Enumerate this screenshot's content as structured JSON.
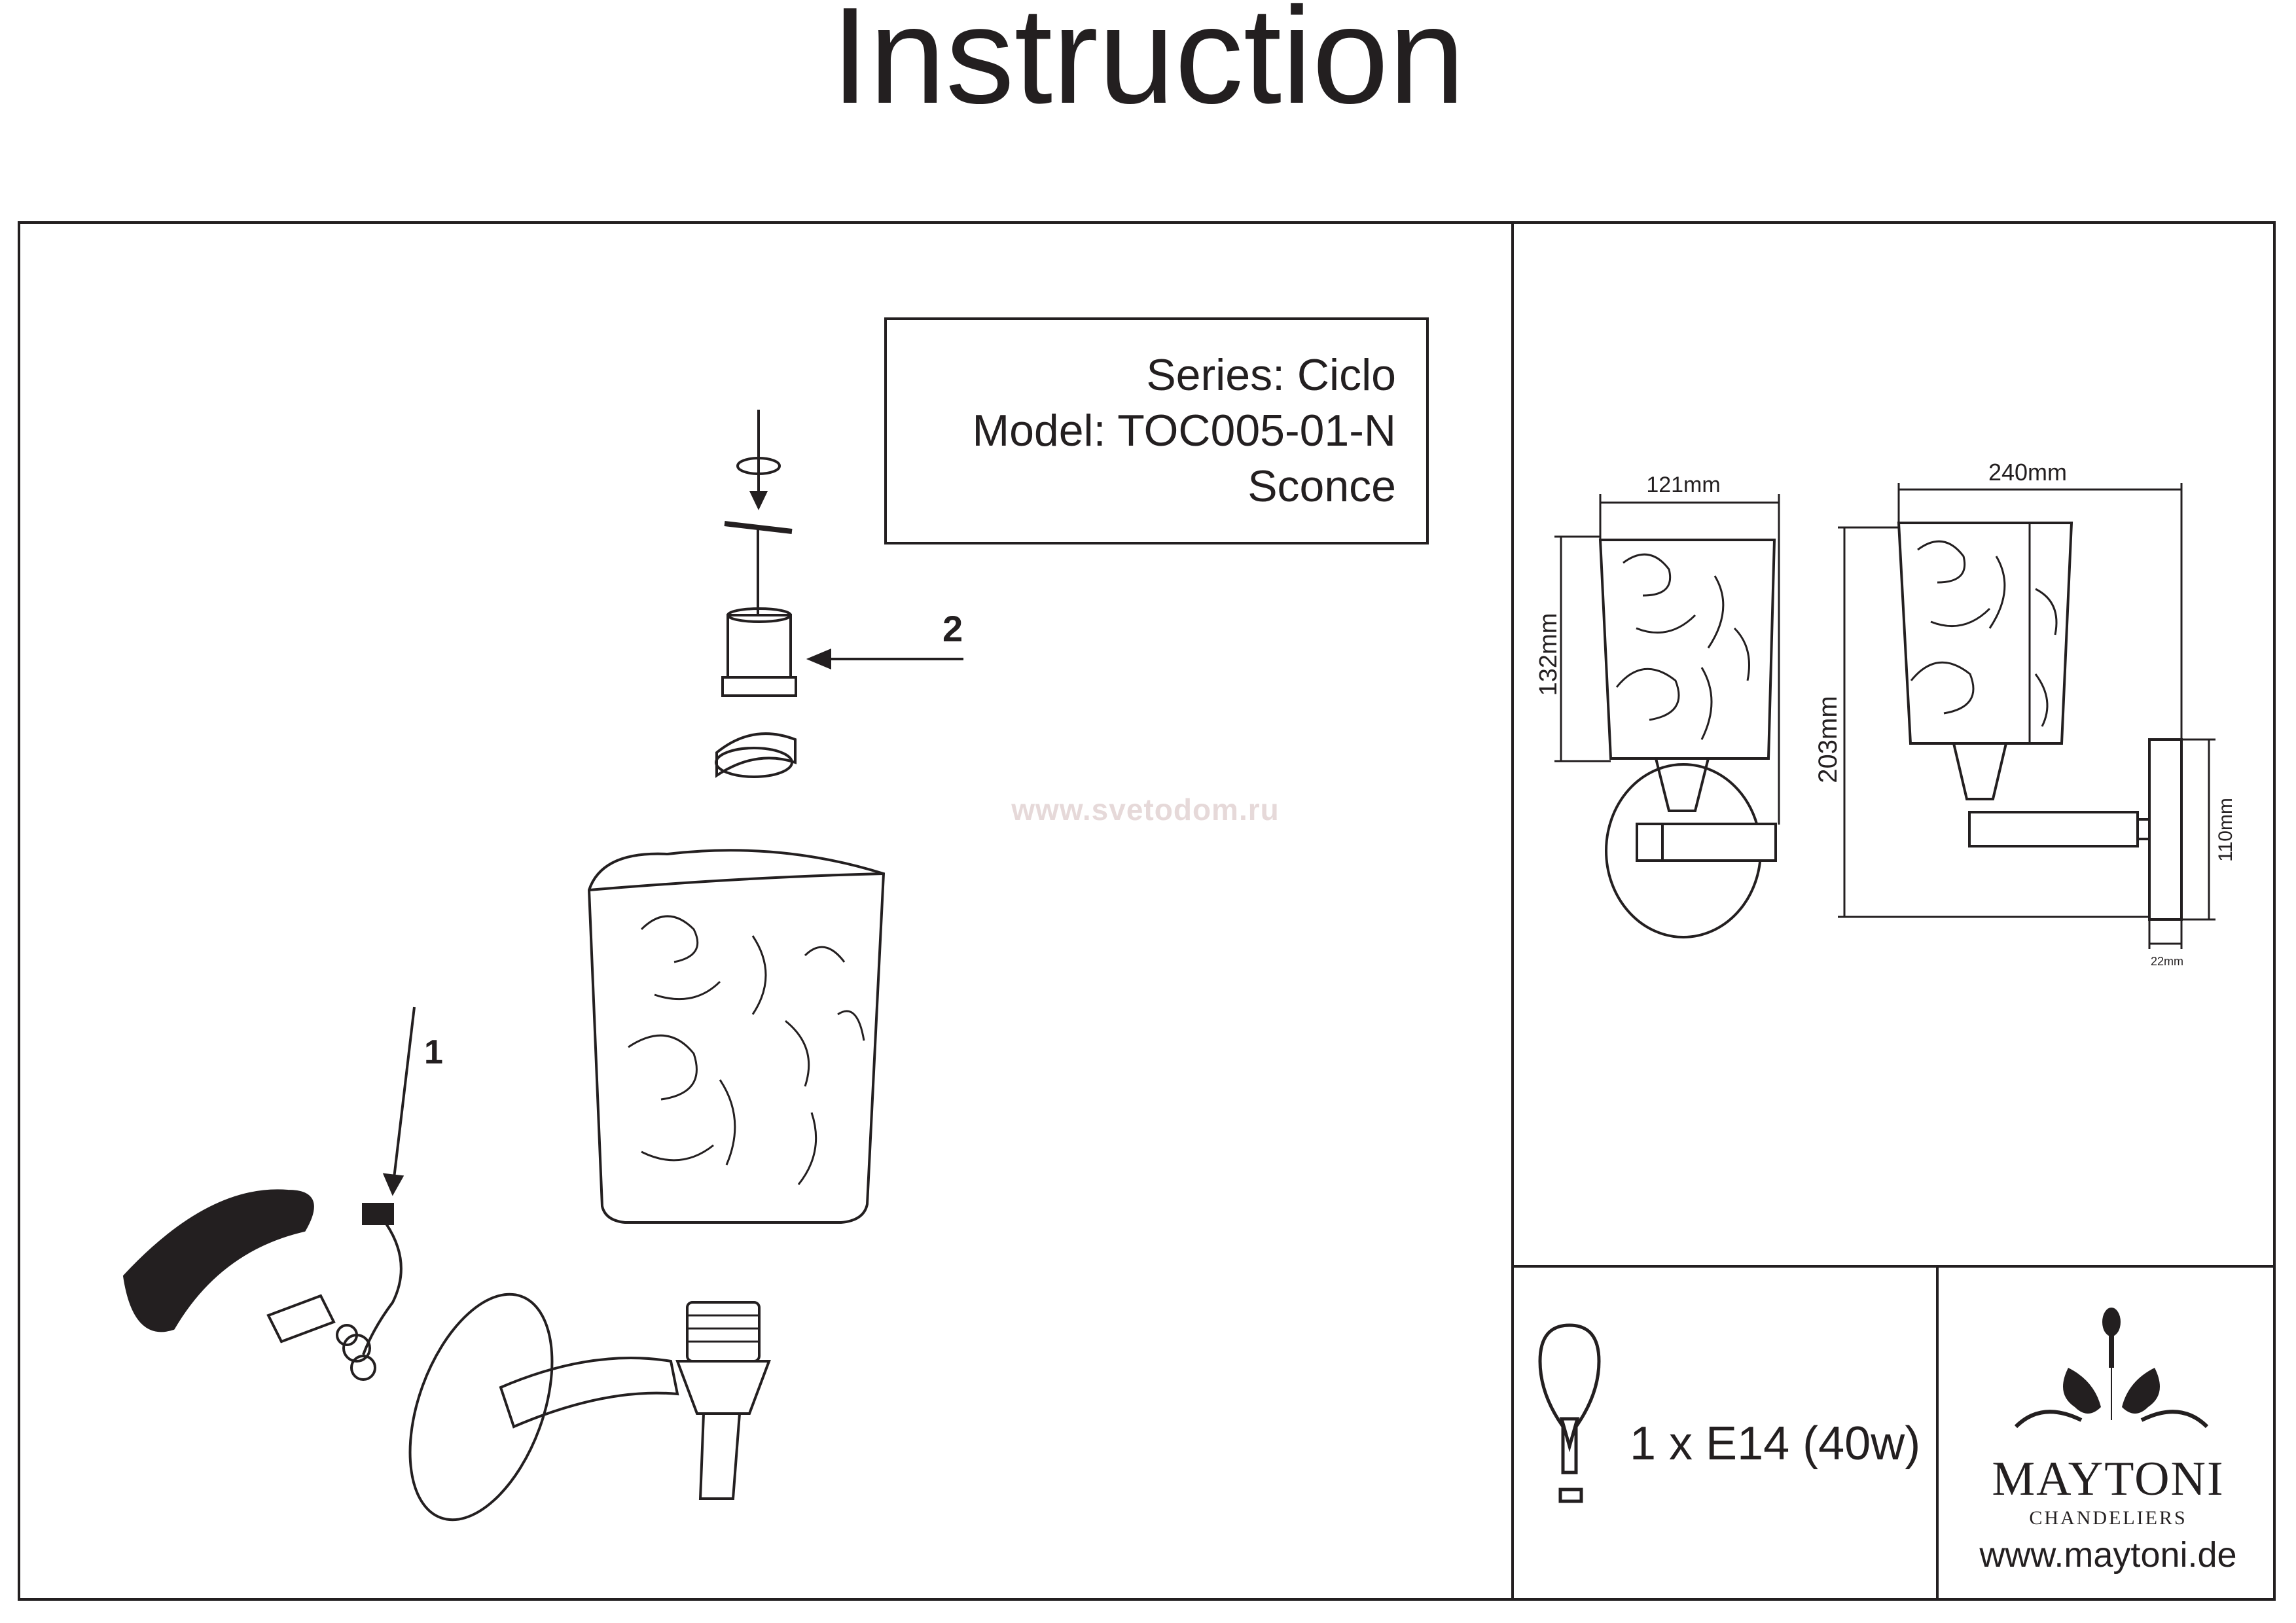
{
  "title": "Instruction",
  "info": {
    "series": "Series: Ciclo",
    "model": "Model: TOC005-01-N",
    "type": "Sconce"
  },
  "watermark": "www.svetodom.ru",
  "steps": {
    "step1": "1",
    "step2": "2"
  },
  "dimensions": {
    "width_front": "121mm",
    "height_shade": "132mm",
    "depth": "240mm",
    "height_total": "203mm",
    "plate_height": "110mm",
    "plate_thickness": "22mm"
  },
  "bulb": {
    "icon": "light-bulb-icon",
    "spec": "1 x E14 (40w)"
  },
  "brand": {
    "name": "MAYTONI",
    "subtitle": "CHANDELIERS",
    "website": "www.maytoni.de"
  }
}
